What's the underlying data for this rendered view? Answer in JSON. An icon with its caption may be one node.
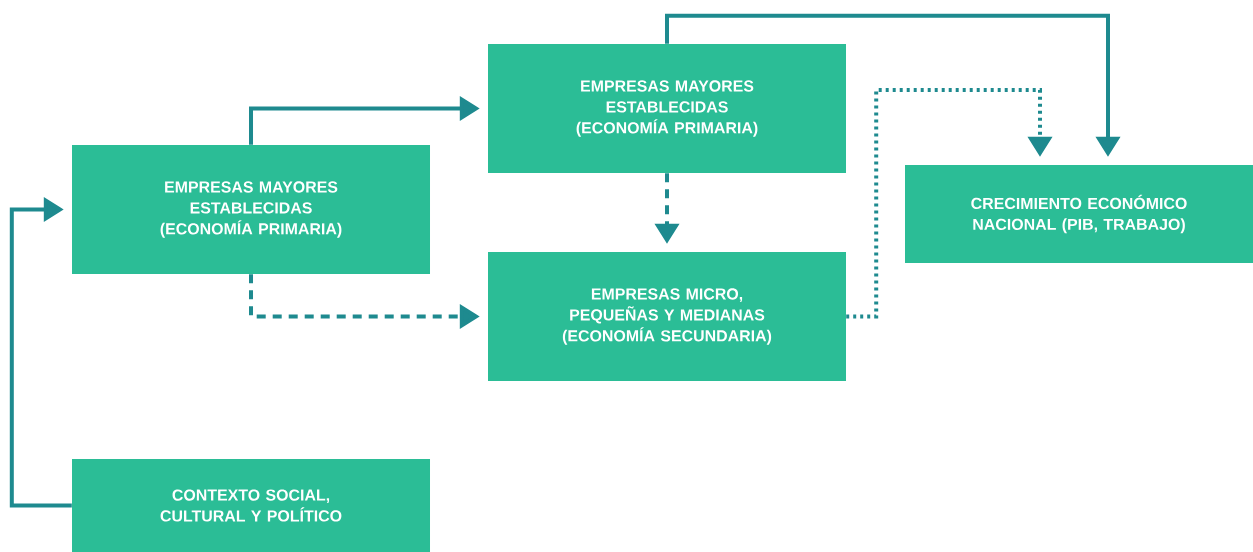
{
  "diagram": {
    "nodes": [
      {
        "text": [
          "EMPRESAS MAYORES ESTABLECIDAS (ECONOMÍA PRIMARIA)"
        ]
      },
      {
        "text": [
          "EMPRESAS MAYORES ESTABLECIDAS (ECONOMÍA PRIMARIA)"
        ]
      },
      {
        "text": [
          "EMPRESAS MICRO, PEQUEÑAS Y MEDIANAS (ECONOMÍA SECUNDARIA)"
        ]
      },
      {
        "text": [
          "CRECIMIENTO ECONÓMICO NACIONAL (PIB, TRABAJO)"
        ]
      },
      {
        "text": [
          "CONTEXTO SOCIAL, CULTURAL Y POLÍTICO"
        ]
      }
    ],
    "edges": [
      {
        "from": 4,
        "to": 0,
        "arrow": "to"
      },
      {
        "from": 0,
        "to": 1,
        "arrow": "to"
      },
      {
        "from": 0,
        "to": 2,
        "arrow": "to",
        "style": "dashed"
      },
      {
        "from": 1,
        "to": 2,
        "arrow": "to",
        "style": "dashed"
      },
      {
        "from": 1,
        "to": 3,
        "arrow": "to"
      },
      {
        "from": 2,
        "to": 3,
        "arrow": "to",
        "style": "dashed"
      }
    ]
  }
}
